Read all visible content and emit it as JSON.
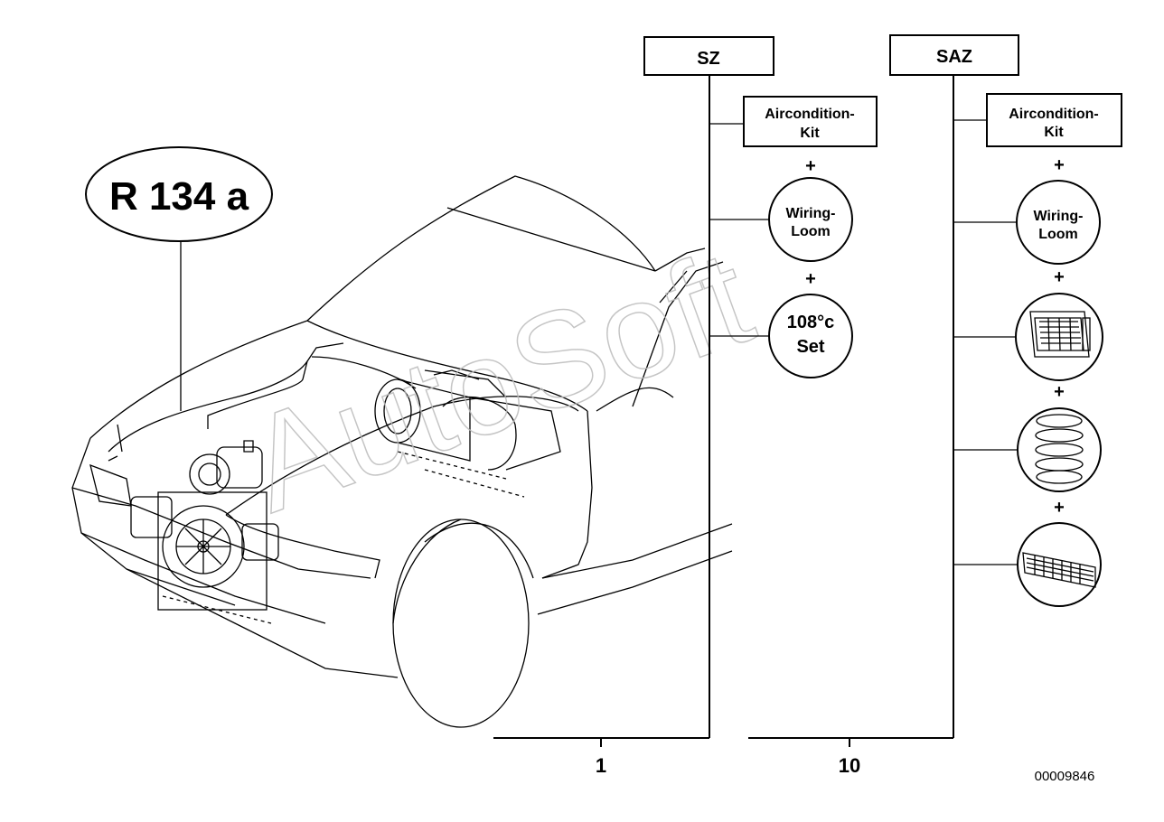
{
  "refrigerant_label": "R 134 a",
  "sz": {
    "header": "SZ",
    "kit_label_line1": "Aircondition-",
    "kit_label_line2": "Kit",
    "plus_1": "+",
    "wiring_line1": "Wiring-",
    "wiring_line2": "Loom",
    "plus_2": "+",
    "set_line1": "108°c",
    "set_line2": "Set",
    "item_number": "1"
  },
  "saz": {
    "header": "SAZ",
    "kit_label_line1": "Aircondition-",
    "kit_label_line2": "Kit",
    "plus_1": "+",
    "wiring_line1": "Wiring-",
    "wiring_line2": "Loom",
    "plus_2": "+",
    "plus_3": "+",
    "plus_4": "+",
    "item_number": "10",
    "part_icons": [
      "radiator-icon",
      "spring-icon",
      "grille-icon"
    ]
  },
  "watermark": "AutoSoft",
  "diagram_number": "00009846"
}
